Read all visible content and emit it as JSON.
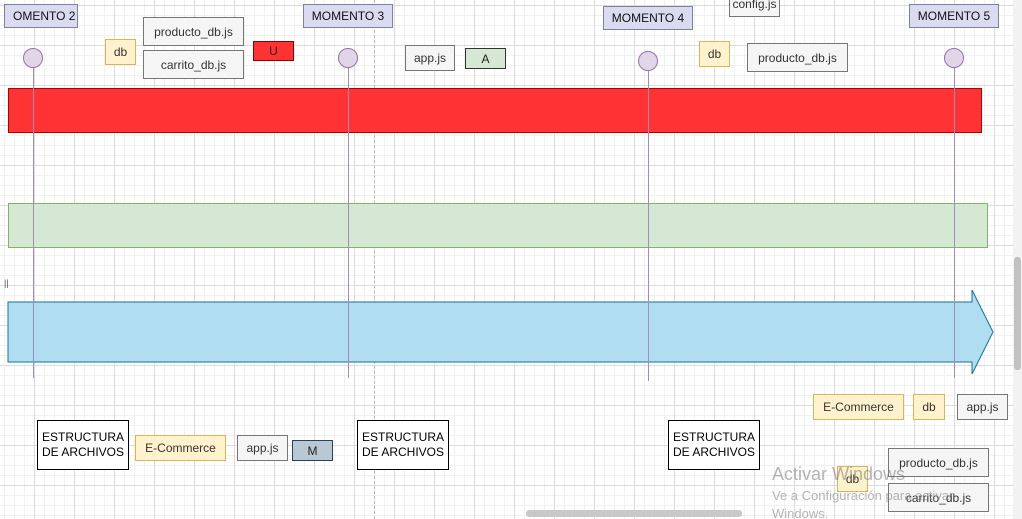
{
  "moments": [
    "OMENTO 2",
    "MOMENTO 3",
    "MOMENTO 4",
    "MOMENTO 5"
  ],
  "files": {
    "producto_db": "producto_db.js",
    "carrito_db": "carrito_db.js",
    "app": "app.js",
    "config": "config.js"
  },
  "db_label": "db",
  "ecommerce_label": "E-Commerce",
  "tags": {
    "u": "U",
    "a": "A",
    "m": "M"
  },
  "estructura_line1": "ESTRUCTURA",
  "estructura_line2": "DE ARCHIVOS",
  "watermark": {
    "title": "Activar Windows",
    "subtitle": "Ve a Configuración para activar",
    "subtitle2": "Windows."
  },
  "colors": {
    "red_bar": "#ff3333",
    "green_bar": "#d5e8d4",
    "blue_arrow": "#b1ddf0",
    "moment_fill": "#dadaf0",
    "db_fill": "#fff2cc"
  }
}
